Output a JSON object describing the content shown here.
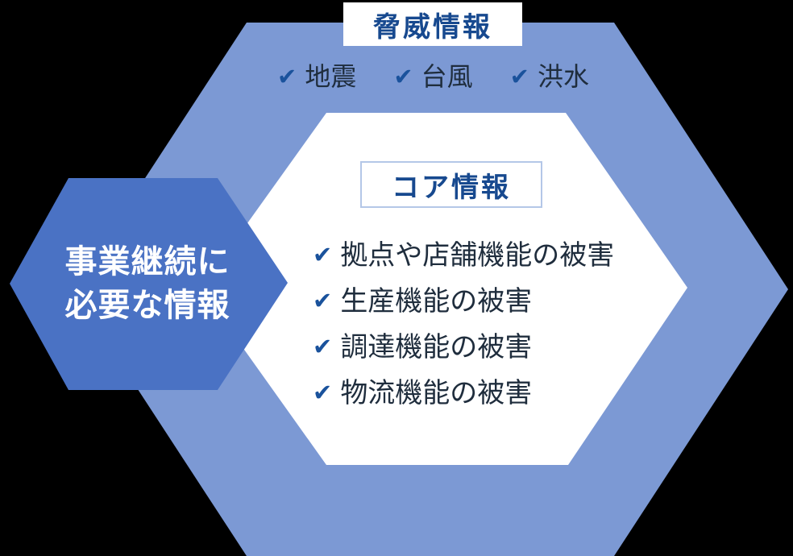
{
  "colors": {
    "background": "#000000",
    "outer_hexagon": "#7c99d4",
    "core_hexagon": "#ffffff",
    "left_hexagon": "#4a72c4",
    "label_text": "#17498f",
    "label_box_bg": "#ffffff",
    "core_box_border": "#b4c7e7",
    "check": "#1a529c",
    "item_text": "#1f2d3d",
    "left_hexagon_text": "#ffffff"
  },
  "icons": {
    "check": "✔"
  },
  "threat": {
    "label": "脅威情報",
    "items": [
      {
        "label": "地震"
      },
      {
        "label": "台風"
      },
      {
        "label": "洪水"
      }
    ]
  },
  "core": {
    "label": "コア情報",
    "items": [
      "拠点や店舗機能の被害",
      "生産機能の被害",
      "調達機能の被害",
      "物流機能の被害"
    ]
  },
  "left_hexagon": {
    "line1": "事業継続に",
    "line2": "必要な情報"
  }
}
